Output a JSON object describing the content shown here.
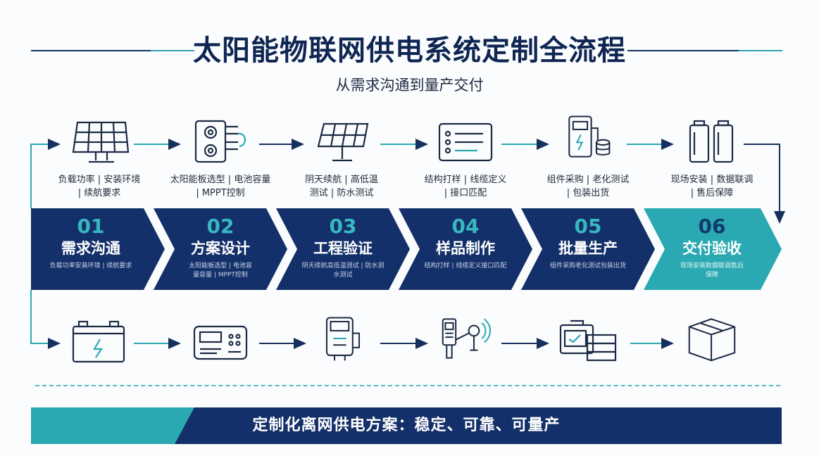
{
  "header": {
    "title": "太阳能物联网供电系统定制全流程",
    "subtitle": "从需求沟通到量产交付"
  },
  "colors": {
    "navy": "#14306a",
    "teal": "#2aa9b2",
    "accent_number": "#37b8bf"
  },
  "top_icons": [
    {
      "icon": "solar-panel-icon",
      "desc": "负载功率 | 安装环境\n| 续航要求"
    },
    {
      "icon": "battery-inverter-icon",
      "desc": "太阳能板选型 | 电池容量\n| MPPT控制"
    },
    {
      "icon": "solar-array-icon",
      "desc": "阴天续航 | 高低温\n测试 | 防水测试"
    },
    {
      "icon": "control-panel-icon",
      "desc": "结构打样 | 线缆定义\n| 接口匹配"
    },
    {
      "icon": "battery-storage-icon",
      "desc": "组件采购 | 老化测试\n| 包装出货"
    },
    {
      "icon": "battery-cells-icon",
      "desc": "现场安装 | 数据联调\n| 售后保障"
    }
  ],
  "stages": [
    {
      "num": "01",
      "name": "需求沟通",
      "detail": "负载功率安装环境 | 续航要求"
    },
    {
      "num": "02",
      "name": "方案设计",
      "detail": "太阳能板选型 | 电池容\n量容量 | MPPT控制"
    },
    {
      "num": "03",
      "name": "工程验证",
      "detail": "阴天续航高低温测试 | 防水测\n水测试"
    },
    {
      "num": "04",
      "name": "样品制作",
      "detail": "结构打样 | 线缆定义接口匹配"
    },
    {
      "num": "05",
      "name": "批量生产",
      "detail": "组件采购老化测试包装出货"
    },
    {
      "num": "06",
      "name": "交付验收",
      "detail": "现场安装数据联调售后\n保障"
    }
  ],
  "bottom_icons": [
    {
      "icon": "car-battery-icon"
    },
    {
      "icon": "charge-controller-icon"
    },
    {
      "icon": "power-meter-icon"
    },
    {
      "icon": "temperature-tester-icon"
    },
    {
      "icon": "production-boxes-icon"
    },
    {
      "icon": "shipping-box-icon"
    }
  ],
  "banner": {
    "text": "定制化离网供电方案：稳定、可靠、可量产"
  }
}
